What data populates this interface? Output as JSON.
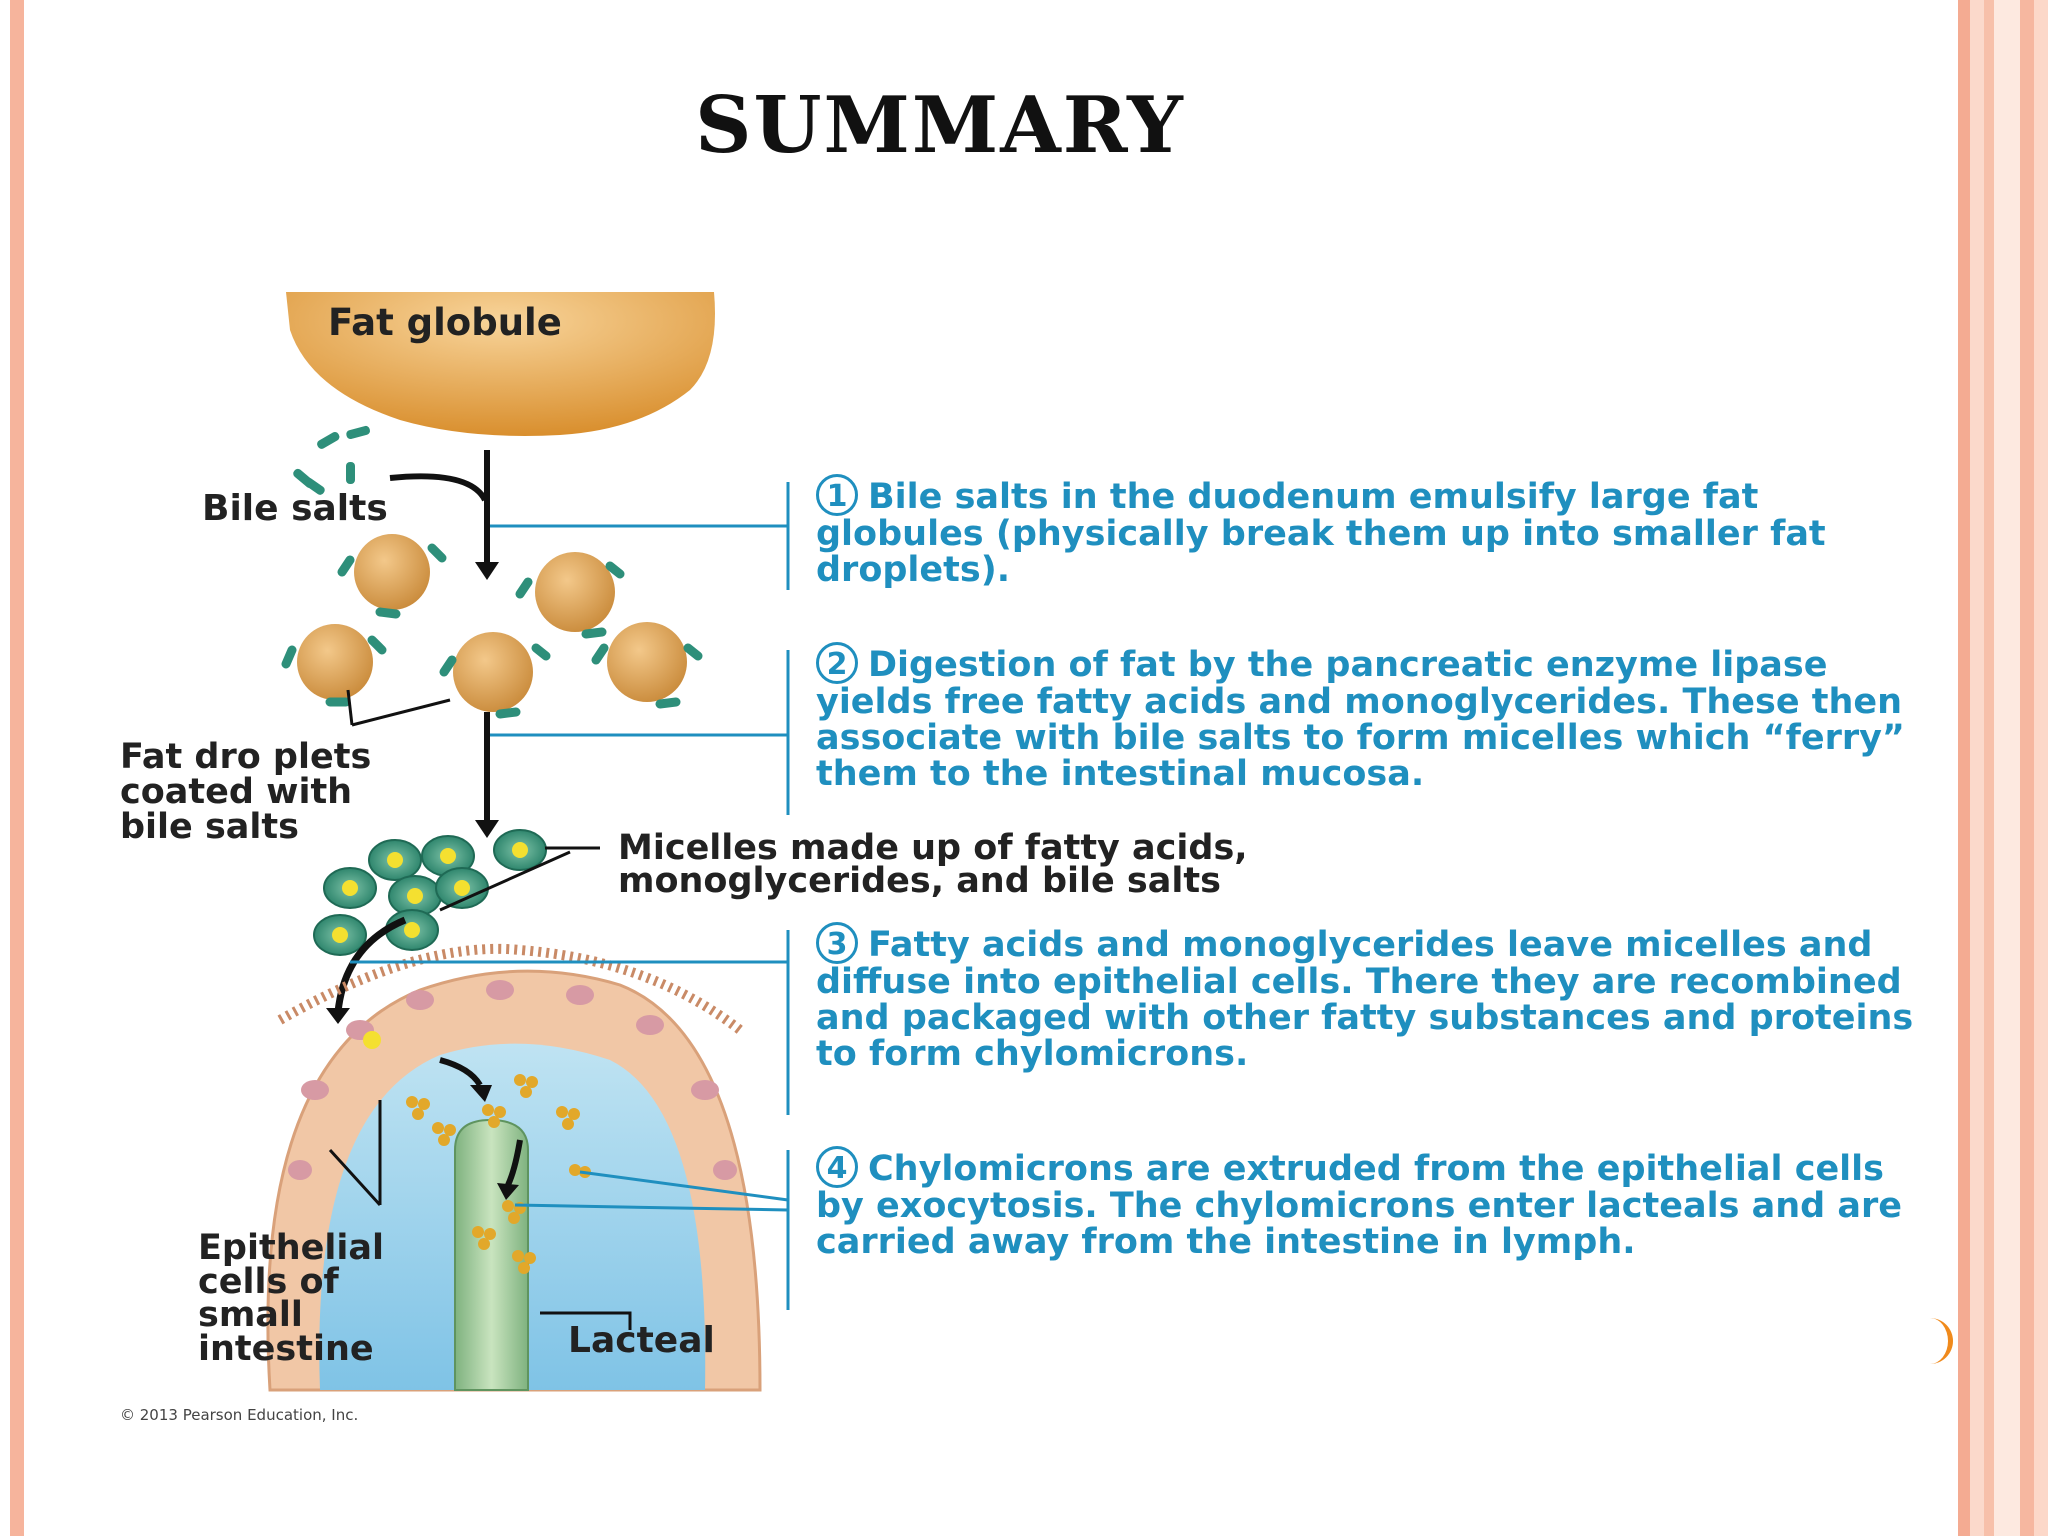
{
  "slide": {
    "title": "SUMMARY"
  },
  "figure": {
    "labels": {
      "fat_globule": "Fat globule",
      "bile_salts": "Bile salts",
      "fat_droplets": "Fat dro plets\ncoated with\nbile salts",
      "micelles": "Micelles made up of fatty acids,\nmonoglycerides, and bile salts",
      "epithelial": "Epithelial\ncells of\nsmall\nintestine",
      "lacteal": "Lacteal"
    },
    "steps": [
      {
        "number": "1",
        "text": "Bile salts in the duodenum emulsify large fat globules (physically break them up into smaller fat droplets)."
      },
      {
        "number": "2",
        "text": "Digestion of fat by the pancreatic enzyme lipase yields free fatty acids and monoglycerides. These then associate with bile salts to form micelles which “ferry” them to the intestinal mucosa."
      },
      {
        "number": "3",
        "text": "Fatty acids and monoglycerides leave micelles and diffuse into epithelial cells. There they are recombined and packaged with other fatty substances and proteins to form chylomicrons."
      },
      {
        "number": "4",
        "text": "Chylomicrons are extruded from the epithelial cells by exocytosis. The chylomicrons enter lacteals and are carried away from the intestine in lymph."
      }
    ],
    "copyright": "© 2013 Pearson Education, Inc."
  },
  "colors": {
    "accent_blue": "#1f8fbf",
    "fat_orange": "#e0a046",
    "bile_green": "#2e8f7a",
    "slide_border": "#f6b49c"
  }
}
